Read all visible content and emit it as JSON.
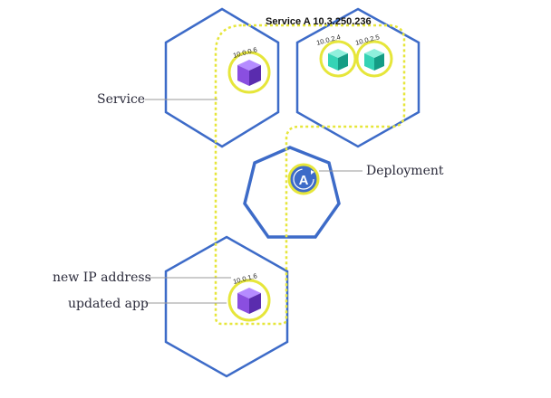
{
  "service": {
    "title": "Service A 10.3.250.236",
    "label": "Service"
  },
  "labels": {
    "deployment": "Deployment",
    "new_ip": "new IP address",
    "updated_app": "updated app"
  },
  "deployment_icon_letter": "A",
  "pods": {
    "node1_pod": {
      "ip": "10.0.0.6",
      "color": "purple"
    },
    "node2_pod1": {
      "ip": "10.0.2.4",
      "color": "teal"
    },
    "node2_pod2": {
      "ip": "10.0.2.5",
      "color": "teal"
    },
    "node3_pod": {
      "ip": "10.0.1.6",
      "color": "purple"
    }
  },
  "colors": {
    "node_outline": "#3d6bc8",
    "service_boundary": "#e6e63a",
    "pod_ring": "#e6e63a",
    "pod_purple_front": "#8a4fe0",
    "pod_purple_top": "#b58cff",
    "pod_purple_side": "#5a2cae",
    "pod_teal_front": "#35d3b5",
    "pod_teal_top": "#8ff0dc",
    "pod_teal_side": "#159c85",
    "deployment_fill": "#3d6bc8",
    "leader_line": "#9a9a9a"
  }
}
